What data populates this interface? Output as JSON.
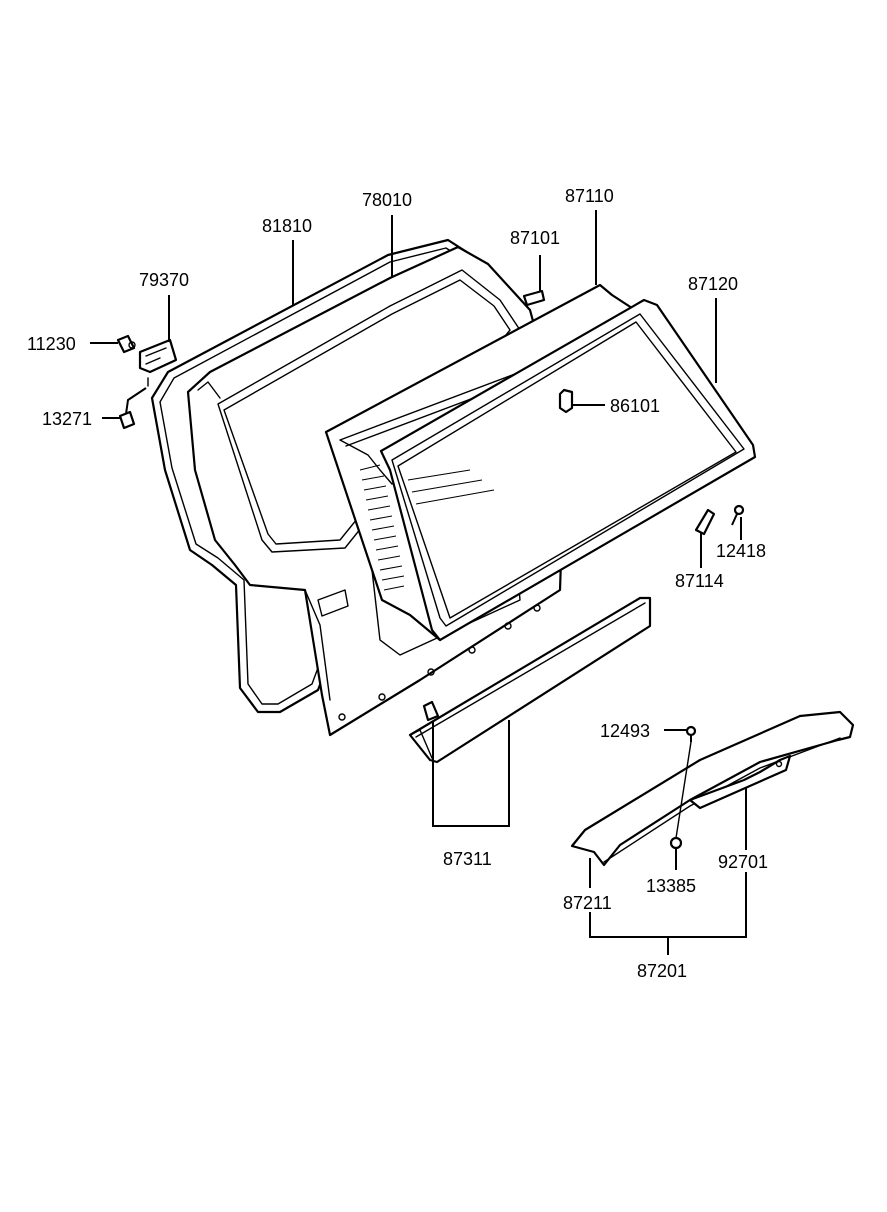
{
  "diagram": {
    "labels": {
      "p81810": "81810",
      "p78010": "78010",
      "p87110": "87110",
      "p87101": "87101",
      "p87120": "87120",
      "p79370": "79370",
      "p11230": "11230",
      "p13271": "13271",
      "p86101": "86101",
      "p12418": "12418",
      "p87114": "87114",
      "p12493": "12493",
      "p87311": "87311",
      "p13385": "13385",
      "p92701": "92701",
      "p87211": "87211",
      "p87201": "87201"
    }
  }
}
